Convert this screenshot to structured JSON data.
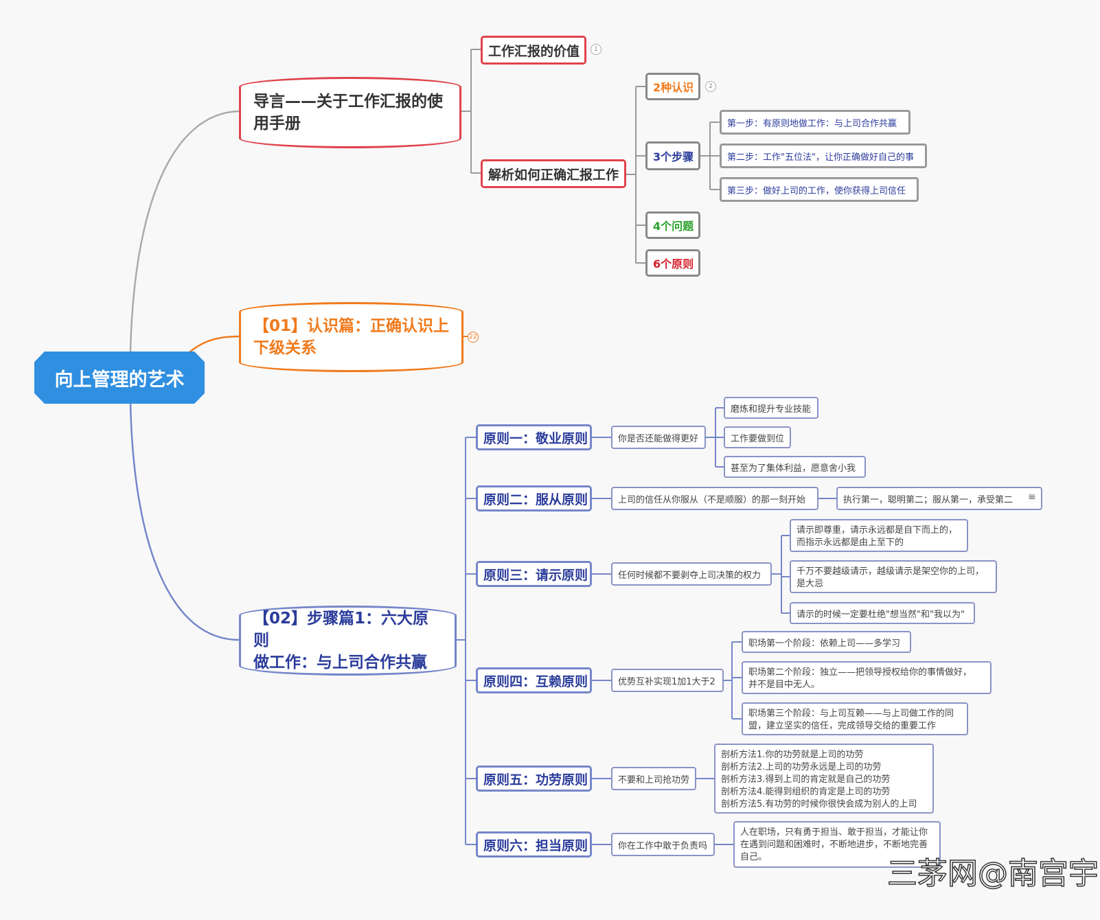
{
  "root": "向上管理的艺术",
  "intro": {
    "line1": "导言——关于工作汇报的使",
    "line2": "用手册",
    "value": "工作汇报的价值",
    "value_badge": "1",
    "analysis": "解析如何正确汇报工作",
    "two": "2种认识",
    "two_badge": "2",
    "three": "3个步骤",
    "steps": [
      "第一步：有原则地做工作：与上司合作共赢",
      "第二步：工作\"五位法\"，让你正确做好自己的事",
      "第三步：做好上司的工作，使你获得上司信任"
    ],
    "four": "4个问题",
    "six": "6个原则"
  },
  "cognition": {
    "line1": "【01】认识篇：正确认识上",
    "line2": "下级关系",
    "badge": "22"
  },
  "steps_part": {
    "line1": "【02】步骤篇1：六大原则",
    "line2": "做工作：与上司合作共赢"
  },
  "principles": [
    {
      "title": "原则一：敬业原则",
      "sub": "你是否还能做得更好",
      "leaves": [
        "磨炼和提升专业技能",
        "工作要做到位",
        "甚至为了集体利益，愿意舍小我"
      ]
    },
    {
      "title": "原则二：服从原则",
      "sub": "上司的信任从你服从（不是顺服）的那一刻开始",
      "leaves": [
        "执行第一，聪明第二；服从第一，承受第二"
      ]
    },
    {
      "title": "原则三：请示原则",
      "sub": "任何时候都不要剥夺上司决策的权力",
      "leaves": [
        [
          "请示即尊重，请示永远都是自下而上的，",
          "而指示永远都是由上至下的"
        ],
        [
          "千万不要越级请示，越级请示是架空你的上司，",
          "是大忌"
        ],
        "请示的时候一定要杜绝\"想当然\"和\"我以为\""
      ]
    },
    {
      "title": "原则四：互赖原则",
      "sub": "优势互补实现1加1大于2",
      "leaves": [
        "职场第一个阶段：依赖上司——多学习",
        [
          "职场第二个阶段：独立——把领导授权给你的事情做好，",
          "并不是目中无人。"
        ],
        [
          "职场第三个阶段：与上司互赖——与上司做工作的同",
          "盟，建立坚实的信任，完成领导交给的重要工作"
        ]
      ]
    },
    {
      "title": "原则五：功劳原则",
      "sub": "不要和上司抢功劳",
      "leaves": [
        [
          "剖析方法1.你的功劳就是上司的功劳",
          "剖析方法2.上司的功劳永远是上司的功劳",
          "剖析方法3.得到上司的肯定就是自己的功劳",
          "剖析方法4.能得到组织的肯定是上司的功劳",
          "剖析方法5.有功劳的时候你很快会成为别人的上司"
        ]
      ]
    },
    {
      "title": "原则六：担当原则",
      "sub": "你在工作中敢于负责吗",
      "leaves": [
        [
          "人在职场，只有勇于担当、敢于担当，才能让你",
          "在遇到问题和困难时，不断地进步，不断地完善",
          "自己。"
        ]
      ]
    }
  ],
  "watermark": "三茅网@南宫宇",
  "colors": {
    "root": "#2f8fe0",
    "red": "#e0434b",
    "orange": "#f07a1c",
    "blue": "#7486c9",
    "green": "#2aa02a",
    "darkred": "#d6202c"
  }
}
